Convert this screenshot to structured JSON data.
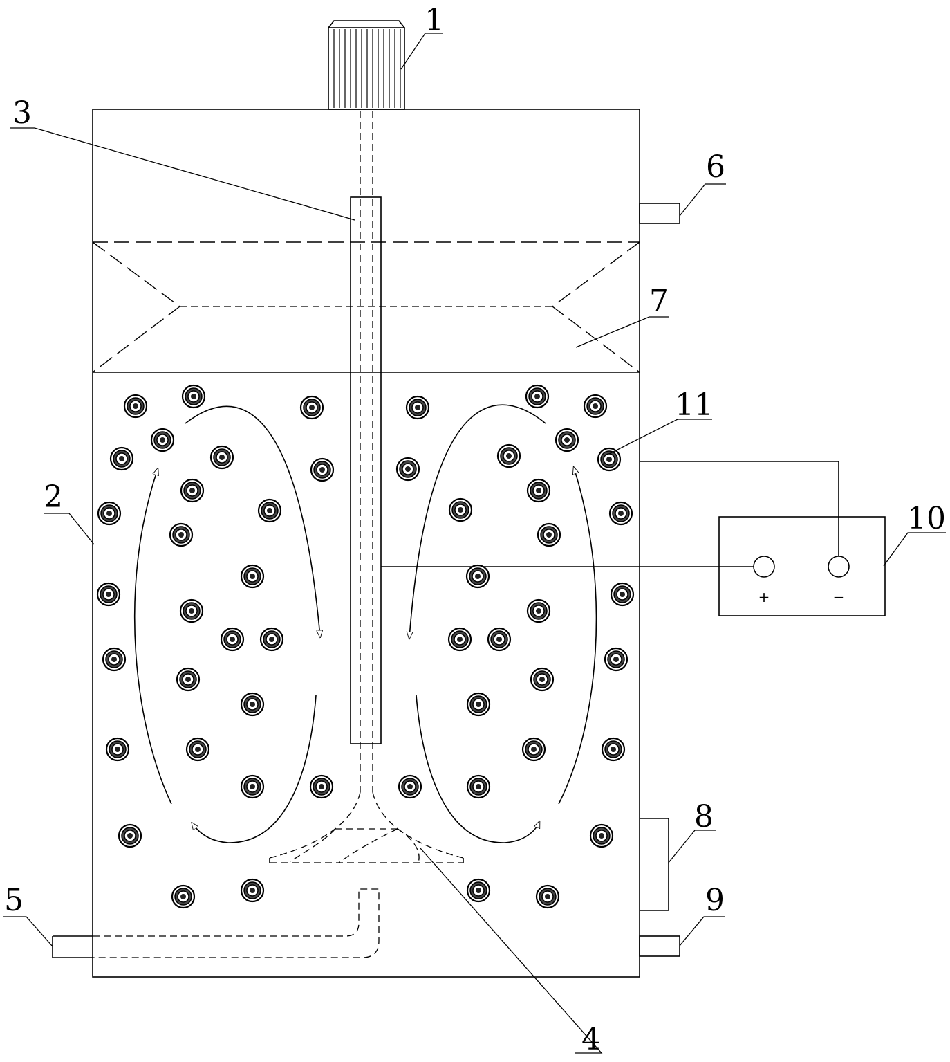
{
  "labels": {
    "motor": "1",
    "tank": "2",
    "shaft": "3",
    "impeller": "4",
    "inlet": "5",
    "outlet_top": "6",
    "separator": "7",
    "side_box": "8",
    "outlet_bottom": "9",
    "power_supply": "10",
    "particles": "11"
  },
  "power": {
    "plus": "+",
    "minus": "−"
  }
}
